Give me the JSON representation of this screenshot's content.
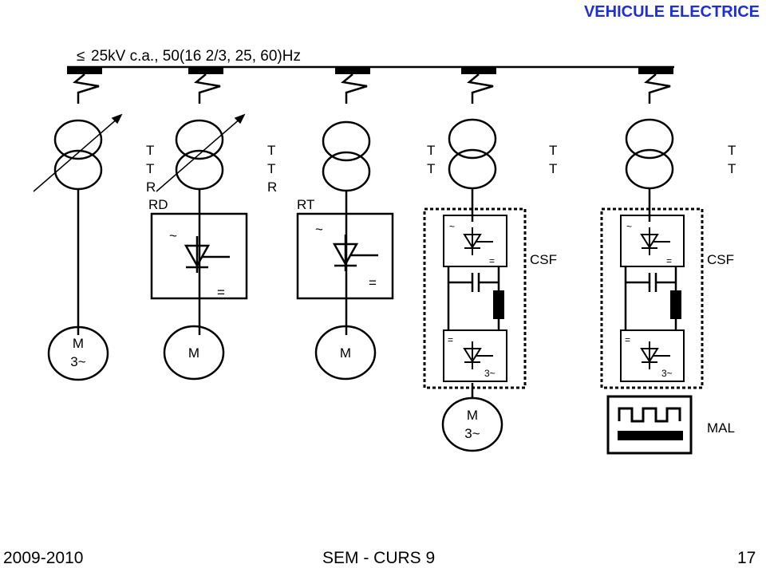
{
  "header": {
    "title": "VEHICULE ELECTRICE",
    "title_color": "#1f2fd6"
  },
  "supply": {
    "symbol": "≤",
    "label": "25kV c.a., 50(16 2/3, 25, 60)Hz"
  },
  "footer": {
    "year": "2009-2010",
    "course": "SEM - CURS 9",
    "page": "17"
  },
  "branches": [
    {
      "t1": "T",
      "t2": "T",
      "t3": "R",
      "tag": "",
      "motor1": "M",
      "motor2": "3~"
    },
    {
      "t1": "T",
      "t2": "T",
      "t3": "R",
      "tag": "RD",
      "conv_in": "~",
      "conv_out": "=",
      "motor1": "M"
    },
    {
      "t1": "",
      "t2": "",
      "t3": "",
      "tag": "RT",
      "conv_in": "~",
      "conv_out": "=",
      "motor1": "M"
    },
    {
      "t1": "T",
      "t2": "T",
      "tag": "CSF",
      "conv_in": "~",
      "conv_out": "=",
      "inv_in": "=",
      "inv_out": "3~",
      "motor1": "M",
      "motor2": "3~"
    },
    {
      "t1": "T",
      "t2": "T",
      "tag": "CSF",
      "conv_in": "~",
      "conv_out": "=",
      "inv_in": "=",
      "inv_out": "3~",
      "load": "MAL"
    },
    {
      "t1": "T",
      "t2": "T"
    }
  ]
}
